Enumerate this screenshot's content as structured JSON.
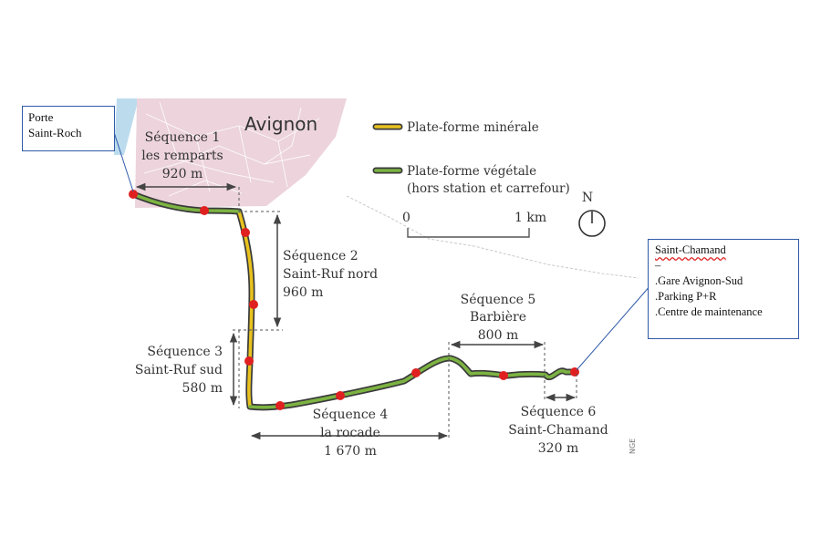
{
  "city": "Avignon",
  "start_callout": {
    "line1": "Porte",
    "line2": "Saint-Roch"
  },
  "end_callout": {
    "title": "Saint-Chamand",
    "separator": "–",
    "items": [
      ".Gare Avignon-Sud",
      ".Parking P+R",
      ".Centre de maintenance"
    ]
  },
  "legend": {
    "mineral": "Plate-forme minérale",
    "vegetal_line1": "Plate-forme végétale",
    "vegetal_line2": "(hors station et carrefour)"
  },
  "scale": {
    "start": "0",
    "end": "1 km"
  },
  "north": "N",
  "credit": "NGE",
  "sequences": [
    {
      "name": "Séquence 1",
      "place": "les remparts",
      "length": "920 m"
    },
    {
      "name": "Séquence 2",
      "place": "Saint-Ruf nord",
      "length": "960 m"
    },
    {
      "name": "Séquence 3",
      "place": "Saint-Ruf sud",
      "length": "580 m"
    },
    {
      "name": "Séquence 4",
      "place": "la rocade",
      "length": "1 670 m"
    },
    {
      "name": "Séquence 5",
      "place": "Barbière",
      "length": "800 m"
    },
    {
      "name": "Séquence 6",
      "place": "Saint-Chamand",
      "length": "320 m"
    }
  ],
  "colors": {
    "city_fill": "#ecd3dc",
    "river": "#bcdcee",
    "mineral": "#e8c21e",
    "vegetal": "#7cb342",
    "route_outline": "#3a3a3a",
    "station": "#e02020",
    "callout_border": "#2f5aa8"
  }
}
